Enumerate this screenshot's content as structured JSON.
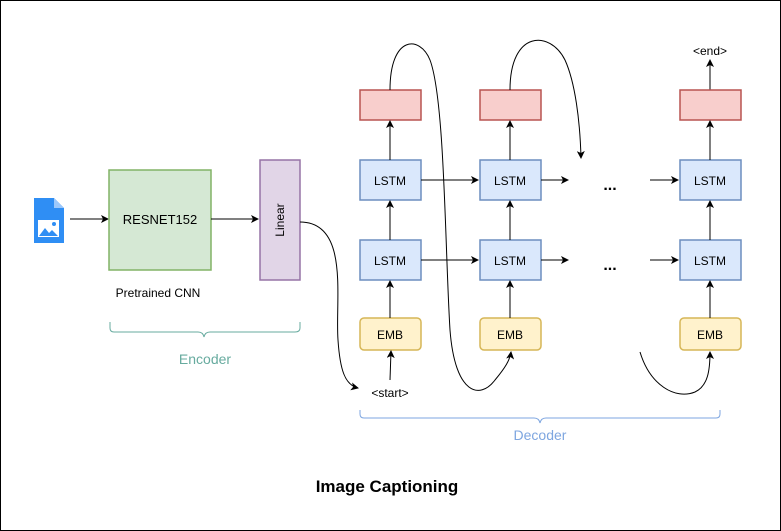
{
  "encoder": {
    "cnn_label": "RESNET152",
    "cnn_caption": "Pretrained CNN",
    "linear_label": "Linear",
    "group_label": "Encoder"
  },
  "decoder": {
    "lstm_label": "LSTM",
    "emb_label": "EMB",
    "ellipsis": "...",
    "start_token": "<start>",
    "end_token": "<end>",
    "group_label": "Decoder"
  },
  "title": "Image Captioning",
  "colors": {
    "cnn_fill": "#d5e8d4",
    "cnn_stroke": "#82b366",
    "linear_fill": "#e1d5e7",
    "linear_stroke": "#9673a6",
    "lstm_fill": "#dae8fc",
    "lstm_stroke": "#6c8ebf",
    "emb_fill": "#fff2cc",
    "emb_stroke": "#d6b656",
    "out_fill": "#f8cecc",
    "out_stroke": "#b85450",
    "encoder_brace": "#67ab9f",
    "decoder_brace": "#7ea6e0",
    "image_icon": "#2f8ef4"
  },
  "icons": {
    "input": "image-file-icon"
  }
}
